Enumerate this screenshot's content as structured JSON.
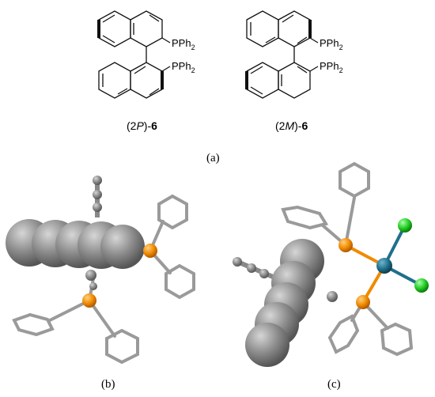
{
  "figure": {
    "panel_a": {
      "label": "(a)",
      "left_structure": {
        "caption_prefix": "(2",
        "caption_italic": "P",
        "caption_suffix": ")-",
        "caption_bold": "6",
        "pph2_top": "PPh",
        "pph2_bottom": "PPh",
        "subscript": "2"
      },
      "right_structure": {
        "caption_prefix": "(2",
        "caption_italic": "M",
        "caption_suffix": ")-",
        "caption_bold": "6",
        "pph2_top": "PPh",
        "pph2_bottom": "PPh",
        "subscript": "2"
      }
    },
    "panel_b": {
      "label": "(b)"
    },
    "panel_c": {
      "label": "(c)"
    },
    "colors": {
      "atom_carbon": "#8a8a8a",
      "atom_phosphorus": "#f08a00",
      "atom_metal": "#1f6f8b",
      "atom_chlorine": "#22cc22",
      "bond_grey": "#9a9a9a"
    }
  }
}
